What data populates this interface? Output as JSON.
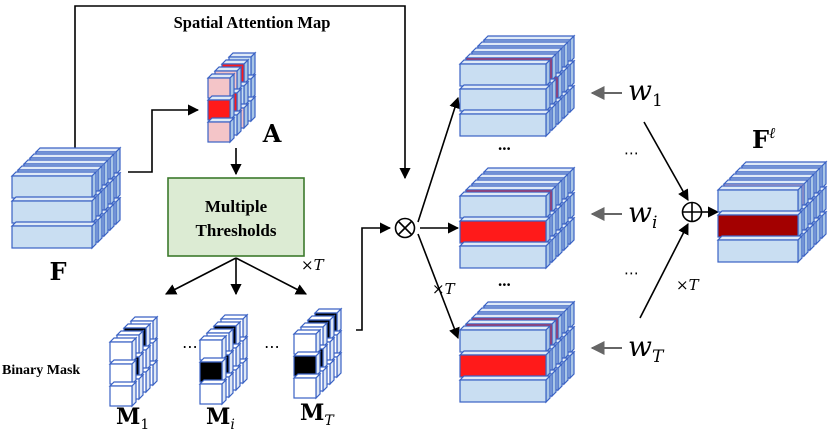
{
  "title": "Spatial Attention Map",
  "labels": {
    "F": "F",
    "A": "A",
    "F_out": "F",
    "F_out_sup": "ℓ",
    "binary_mask": "Binary Mask",
    "thresholds_line1": "Multiple",
    "thresholds_line2": "Thresholds",
    "times_T_1": "×T",
    "times_T_2": "×T",
    "times_T_3": "×T",
    "M1": "M",
    "M1_sub": "1",
    "Mi": "M",
    "Mi_sub": "i",
    "MT": "M",
    "MT_sub": "T",
    "w1": "w",
    "w1_sub": "1",
    "wi": "w",
    "wi_sub": "i",
    "wT": "w",
    "wT_sub": "T",
    "mult_symbol": "⊗",
    "sum_symbol": "⊕",
    "dots_mask_1": "⋯",
    "dots_mask_2": "⋯",
    "dots_stack_1": "...",
    "dots_stack_2": "...",
    "dots_w_1": "⋯",
    "dots_w_2": "⋯"
  },
  "colors": {
    "feature_face": "#c9def2",
    "feature_top": "#dfeaf7",
    "feature_side": "#a9c6e6",
    "feature_stroke": "#3a62c4",
    "highlight_red": "#ff1a1a",
    "highlight_darkred": "#a30000",
    "attention_light": "#f4c5c8",
    "mask_black": "#000000",
    "threshold_box_fill": "#dcebd3",
    "threshold_box_stroke": "#3c7a2c"
  }
}
